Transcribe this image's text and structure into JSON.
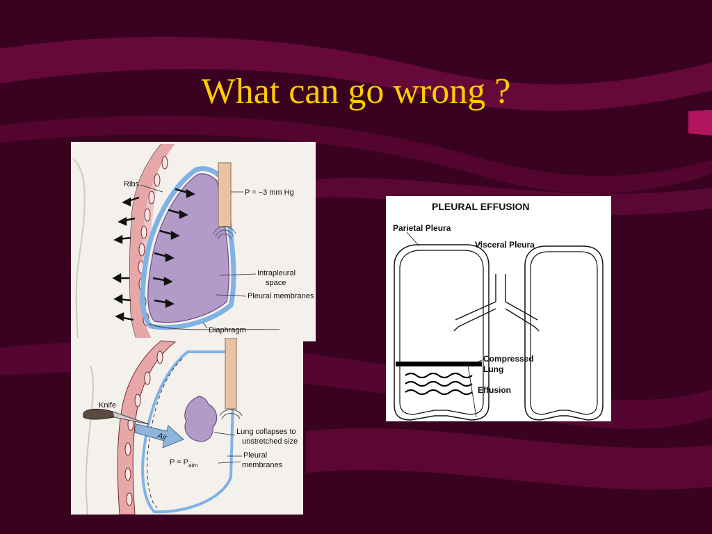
{
  "slide": {
    "title": "What can go wrong ?"
  },
  "figure_top": {
    "labels": {
      "ribs": "Ribs",
      "pressure": "P = −3 mm Hg",
      "intrapleural_1": "Intrapleural",
      "intrapleural_2": "space",
      "pleural_membranes": "Pleural membranes",
      "diaphragm": "Diaphragm"
    }
  },
  "figure_bottom": {
    "labels": {
      "knife": "Knife",
      "air": "Air",
      "lung_collapses_1": "Lung collapses to",
      "lung_collapses_2": "unstretched size",
      "pressure_base": "P = P",
      "pressure_sub": "atm",
      "membranes_1": "Pleural",
      "membranes_2": "membranes"
    }
  },
  "figure_right": {
    "title": "PLEURAL EFFUSION",
    "labels": {
      "parietal": "Parietal Pleura",
      "visceral": "Visceral Pleura",
      "compressed_1": "Compressed",
      "compressed_2": "Lung",
      "effusion": "Effusion"
    }
  },
  "colors": {
    "background": "#3a0221",
    "wave": "#6e0a3c",
    "title": "#ffcc00",
    "lung_fill": "#b29ac9",
    "pleura_blue": "#7fb2e5",
    "rib_pink": "#d98c8c",
    "trachea": "#e9c3a3"
  }
}
